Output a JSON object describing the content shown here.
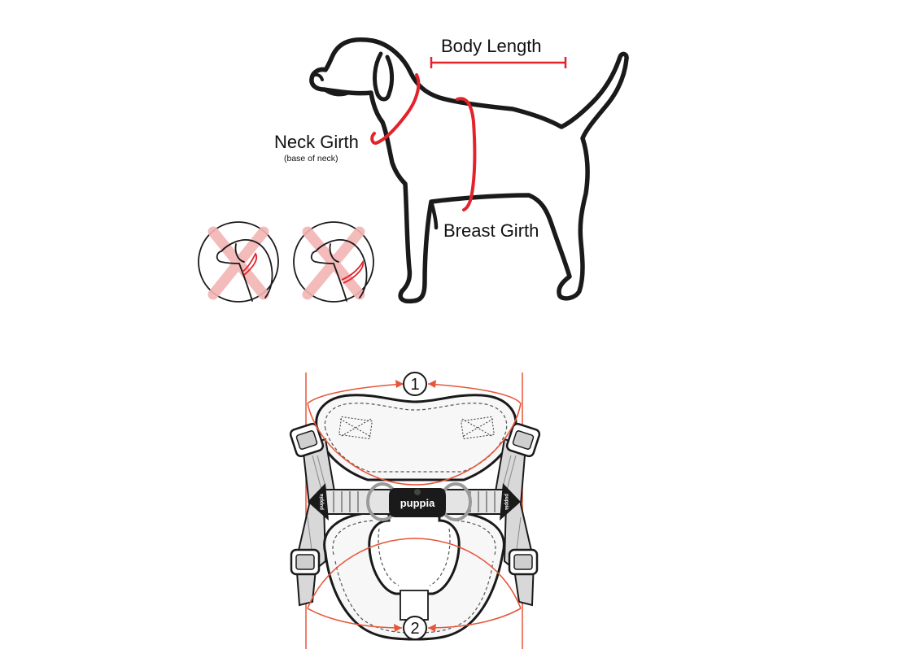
{
  "labels": {
    "body_length": "Body Length",
    "neck_girth": "Neck Girth",
    "neck_girth_note": "(base of neck)",
    "breast_girth": "Breast Girth"
  },
  "harness": {
    "brand": "puppia",
    "strap_tag": "puppia",
    "markers": [
      "1",
      "2"
    ]
  },
  "colors": {
    "measure_line": "#e3232b",
    "harness_arrow": "#e8553a",
    "wrong_cross": "#f3b4b4",
    "outline": "#1a1a1a"
  }
}
